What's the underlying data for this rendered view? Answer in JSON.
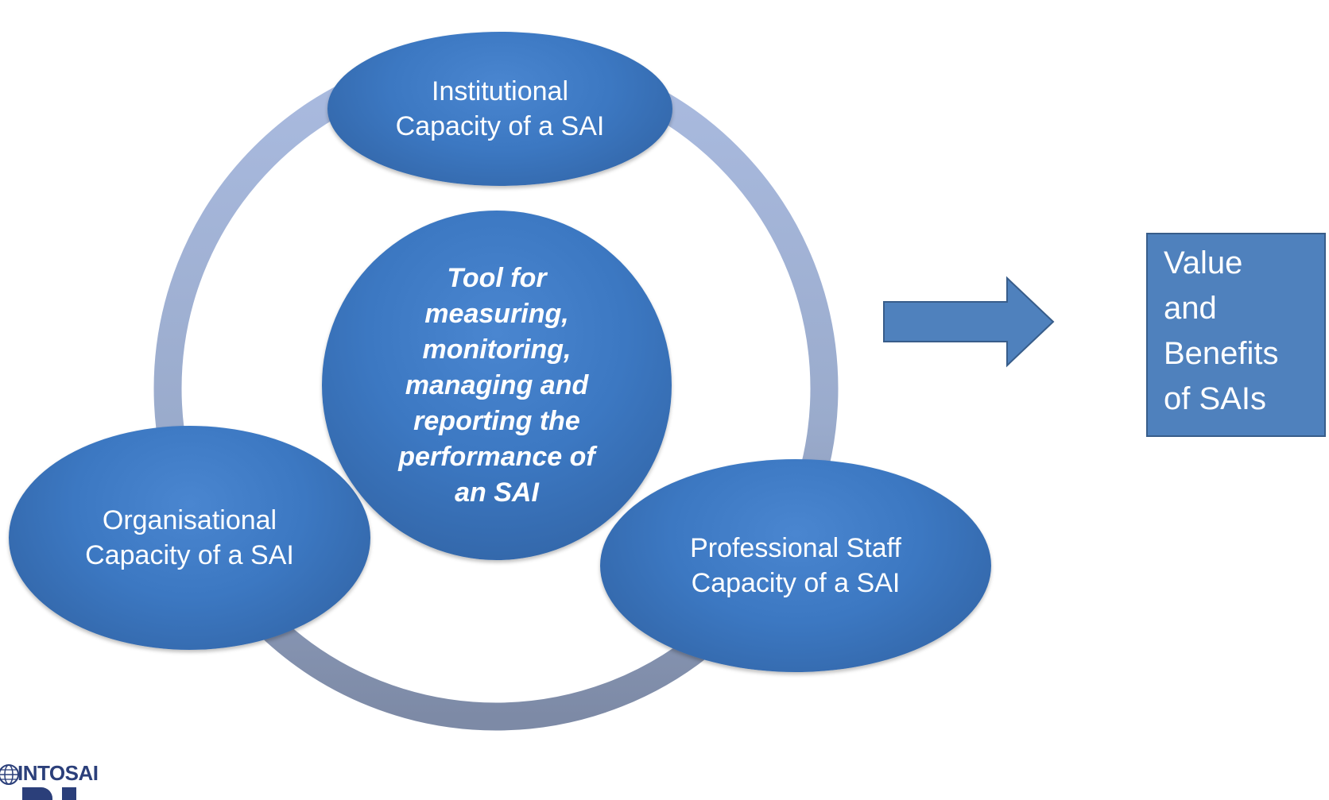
{
  "diagram": {
    "top_node": {
      "lines": [
        "Institutional",
        "Capacity of a SAI"
      ]
    },
    "left_node": {
      "lines": [
        "Organisational",
        "Capacity of a SAI"
      ]
    },
    "right_node": {
      "lines": [
        "Professional Staff",
        "Capacity of a SAI"
      ]
    },
    "center_node": {
      "lines": [
        "Tool for",
        "measuring,",
        "monitoring,",
        "managing and",
        "reporting the",
        "performance of",
        "an SAI"
      ]
    },
    "result_box": {
      "lines": [
        "Value",
        "and",
        "Benefits",
        "of SAIs"
      ]
    }
  },
  "logo": {
    "text": "INTOSAI",
    "icon": "globe-icon"
  },
  "colors": {
    "node_fill": "#3c78c2",
    "node_dark": "#2f5f9e",
    "ring": "#8fa3c8",
    "arrow_fill": "#4f81bd",
    "arrow_stroke": "#385d8a",
    "logo": "#2b3f7a"
  }
}
